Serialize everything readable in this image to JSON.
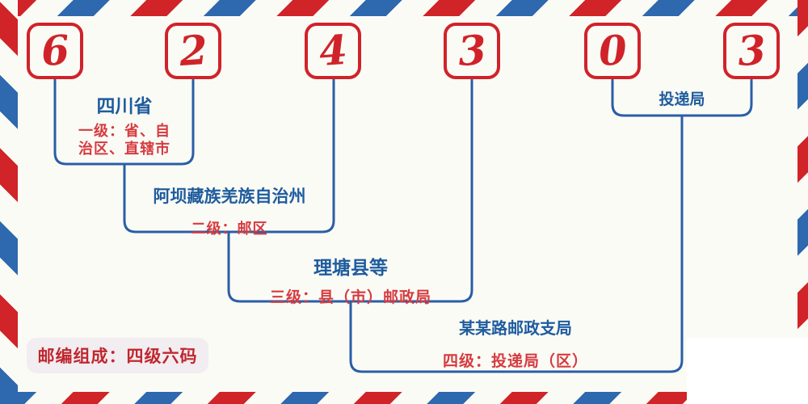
{
  "postal_code": {
    "digits": [
      "6",
      "2",
      "4",
      "3",
      "0",
      "3"
    ]
  },
  "levels": [
    {
      "name": "四川省",
      "desc_line1": "一级：省、自",
      "desc_line2": "治区、直辖市"
    },
    {
      "name": "阿坝藏族羌族自治州",
      "desc": "二级：邮区"
    },
    {
      "name": "理塘县等",
      "desc": "三级：县（市）邮政局"
    },
    {
      "name": "某某路邮政支局",
      "desc": "四级：投递局（区）"
    },
    {
      "name": "投递局"
    }
  ],
  "badge": {
    "label": "邮编组成：四级六码"
  },
  "colors": {
    "stripe_red": "#d02428",
    "stripe_blue": "#2e68ae",
    "digit_red": "#d02329",
    "line_blue": "#2a5ea6",
    "heading_blue": "#1e5c9e",
    "desc_red": "#d53b3f",
    "badge_bg": "#f2edf1",
    "badge_text": "#c0272e",
    "background": "#fbfbf6"
  }
}
